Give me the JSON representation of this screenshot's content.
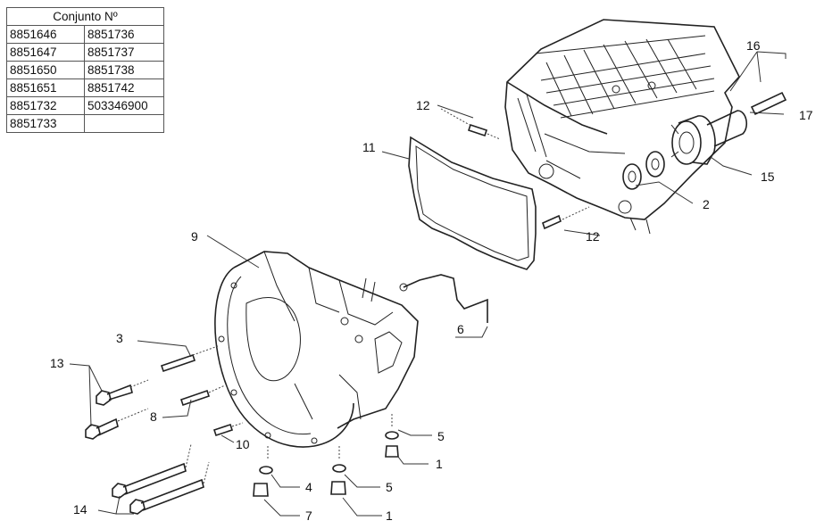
{
  "table": {
    "header": "Conjunto Nº",
    "rows": [
      [
        "8851646",
        "8851736"
      ],
      [
        "8851647",
        "8851737"
      ],
      [
        "8851650",
        "8851738"
      ],
      [
        "8851651",
        "8851742"
      ],
      [
        "8851732",
        "503346900"
      ],
      [
        "8851733",
        ""
      ]
    ]
  },
  "callouts": [
    "16",
    "17",
    "12",
    "11",
    "15",
    "2",
    "12",
    "9",
    "6",
    "3",
    "13",
    "8",
    "10",
    "5",
    "1",
    "4",
    "5",
    "7",
    "1",
    "14"
  ]
}
